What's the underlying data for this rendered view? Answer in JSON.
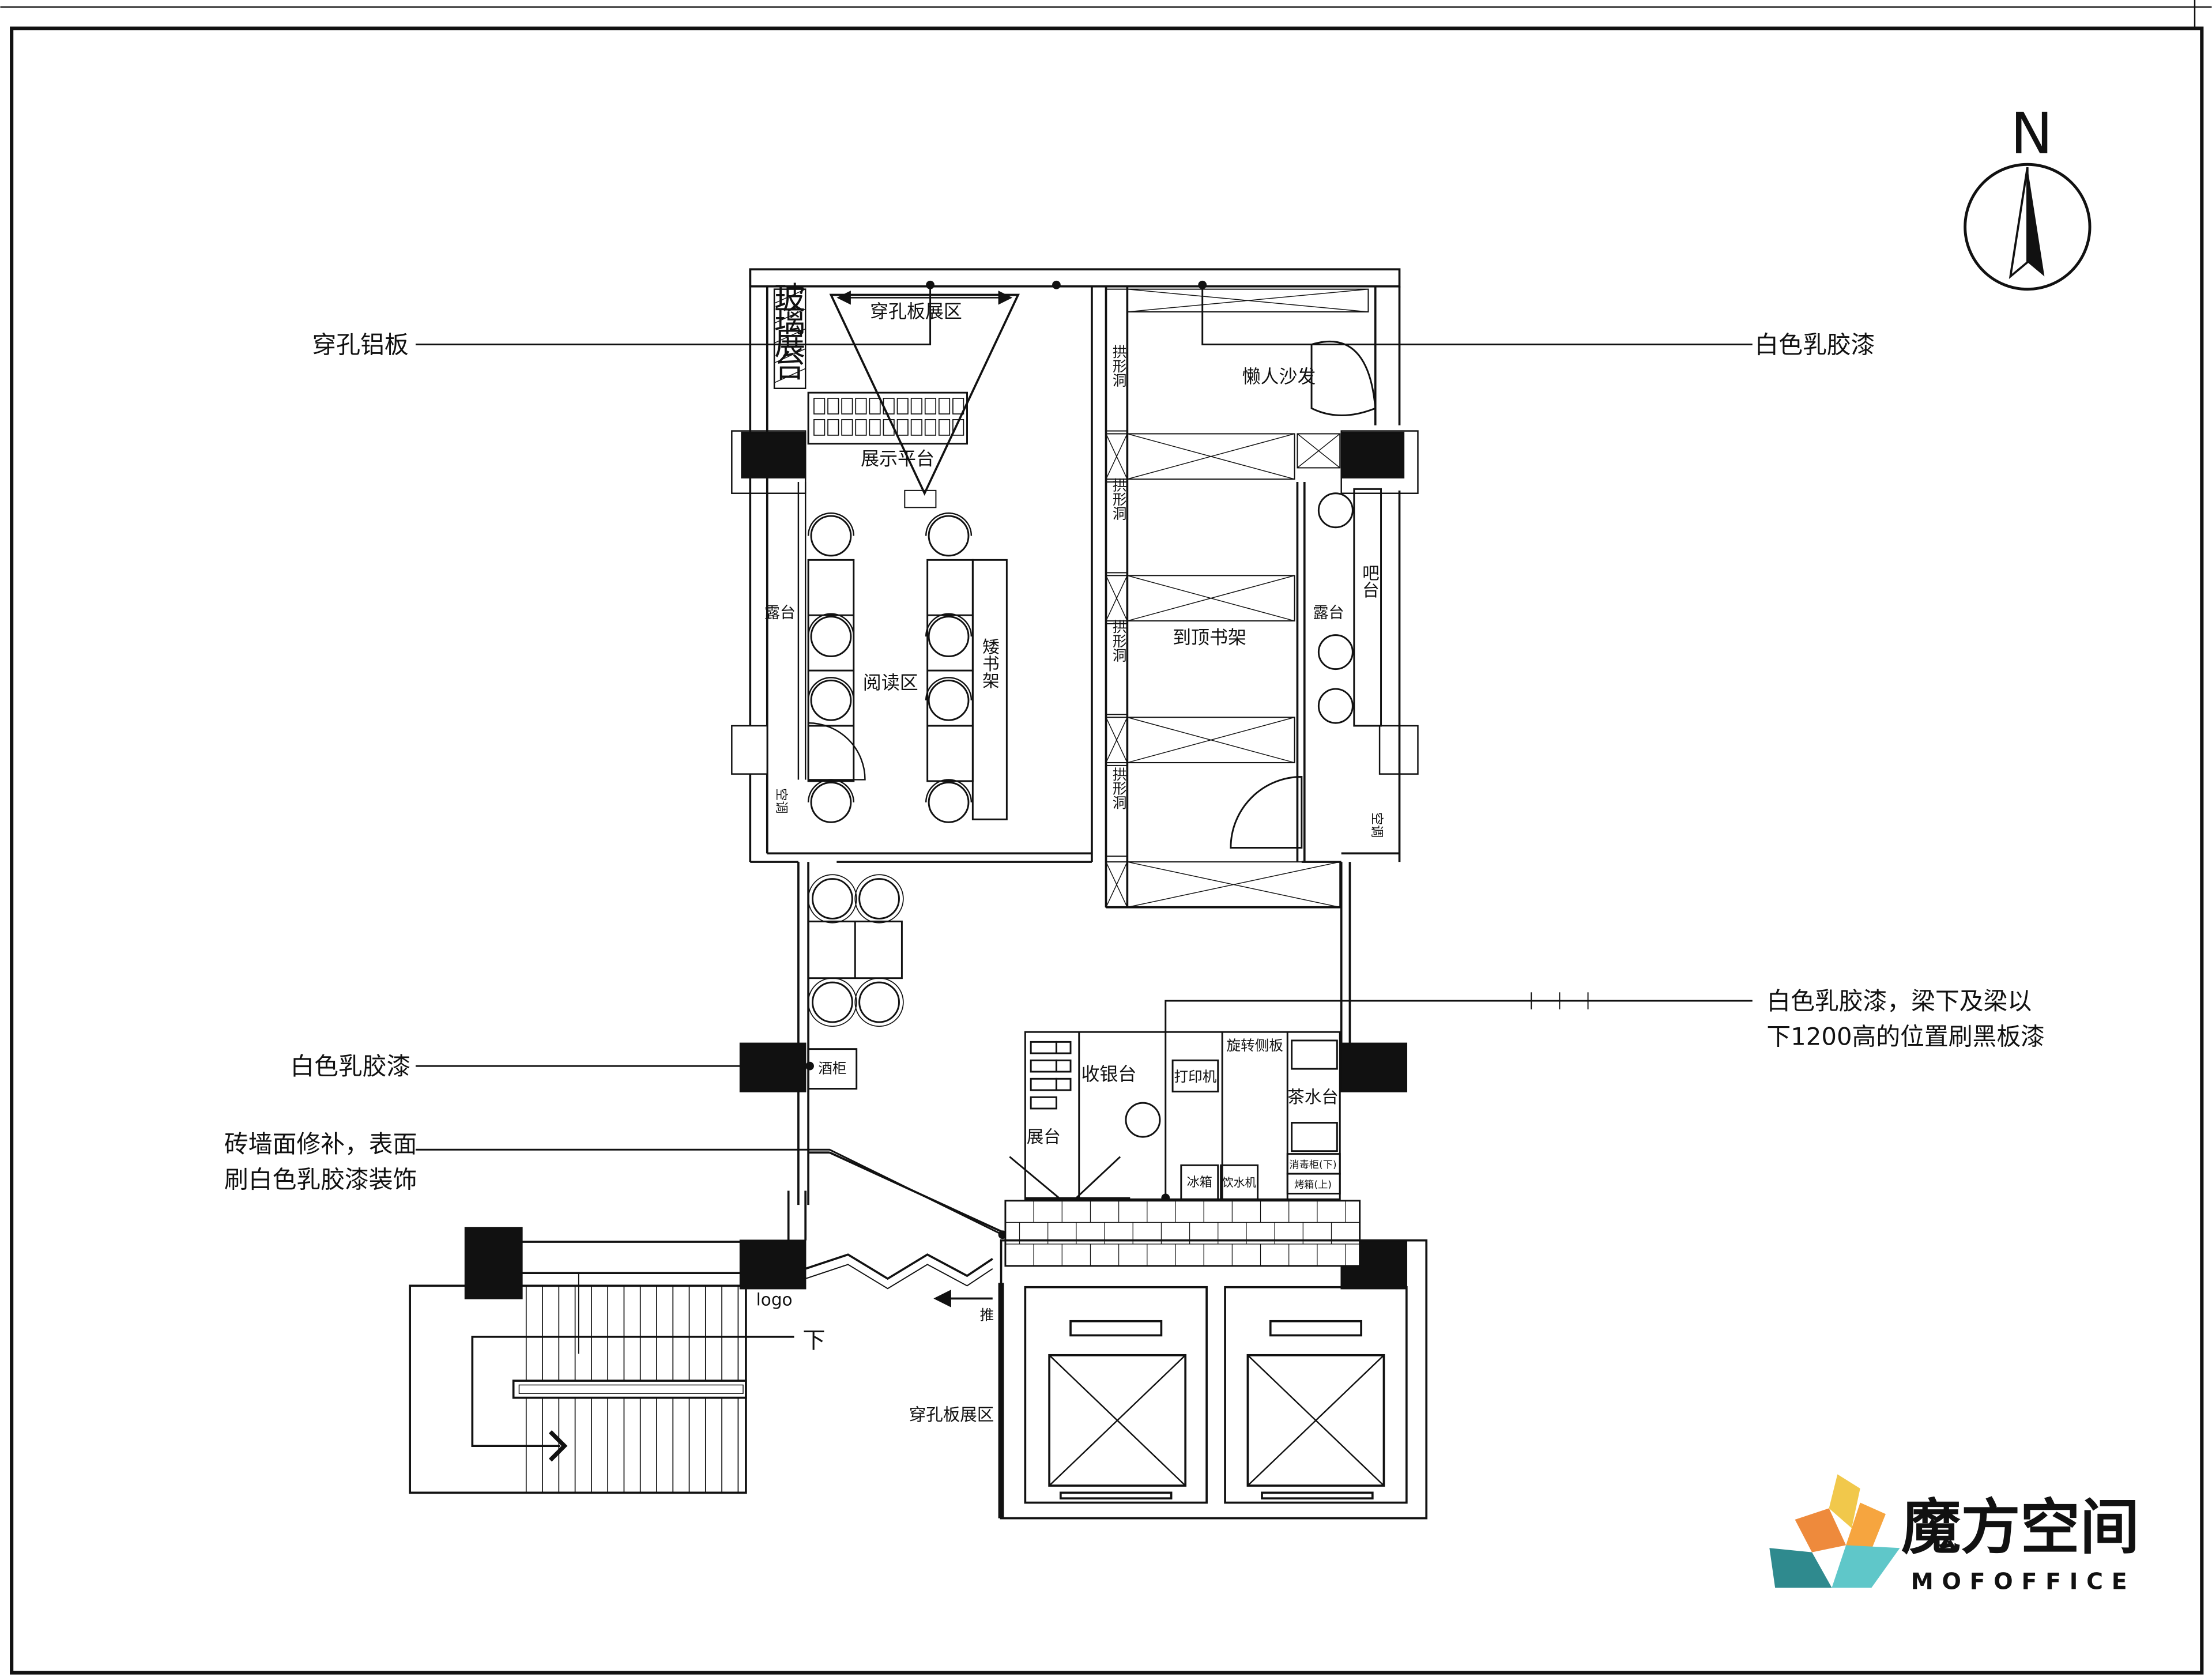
{
  "annotations": {
    "perforated_aluminum": "穿孔铝板",
    "white_latex_top_right": "白色乳胶漆",
    "white_latex_blackboard_line1": "白色乳胶漆，梁下及梁以",
    "white_latex_blackboard_line2": "下1200高的位置刷黑板漆",
    "white_latex_left": "白色乳胶漆",
    "brick_wall_line1": "砖墙面修补，表面",
    "brick_wall_line2": "刷白色乳胶漆装饰"
  },
  "rooms": {
    "perforated_display_top": "穿孔板展区",
    "glass_display_1": "玻",
    "glass_display_2": "璃",
    "glass_display_3": "展",
    "glass_display_4": "台",
    "display_platform": "展示平台",
    "lazy_sofa": "懒人沙发",
    "arch_hole_1": "拱形洞",
    "arch_hole_2": "拱形洞",
    "arch_hole_3": "拱形洞",
    "arch_hole_4": "拱形洞",
    "balcony_left": "露台",
    "reading_area": "阅读区",
    "low_shelf": "矮书架",
    "ceiling_shelf": "到顶书架",
    "balcony_right": "露台",
    "bar_counter": "吧台",
    "ac_left": "空调",
    "ac_right": "空调",
    "wine_cabinet": "酒柜",
    "cashier": "收银台",
    "printer": "打印机",
    "rotating_board": "旋转侧板",
    "tea_counter": "茶水台",
    "display_counter": "展台",
    "fridge": "冰箱",
    "water_dispenser": "饮水机",
    "disinfection_1": "消毒柜(下)",
    "disinfection_2": "烤箱(上)",
    "logo": "logo",
    "push": "推",
    "down": "下",
    "perforated_display_bottom": "穿孔板展区"
  },
  "compass": {
    "north": "N"
  },
  "brand": {
    "cn": "魔方空间",
    "en": "MOFOFFICE"
  },
  "colors": {
    "line": "#111111",
    "brand_yellow": "#f1c84b",
    "brand_orange": "#ee8a3c",
    "brand_teal": "#2f8a8e",
    "brand_cyan": "#5fc7c9",
    "brand_text": "#2c2c2c"
  },
  "icons": [
    "north-arrow-icon",
    "door-swing-icon",
    "elevator-icon",
    "stair-arrow-icon",
    "chair-icon",
    "brand-logo-icon"
  ]
}
